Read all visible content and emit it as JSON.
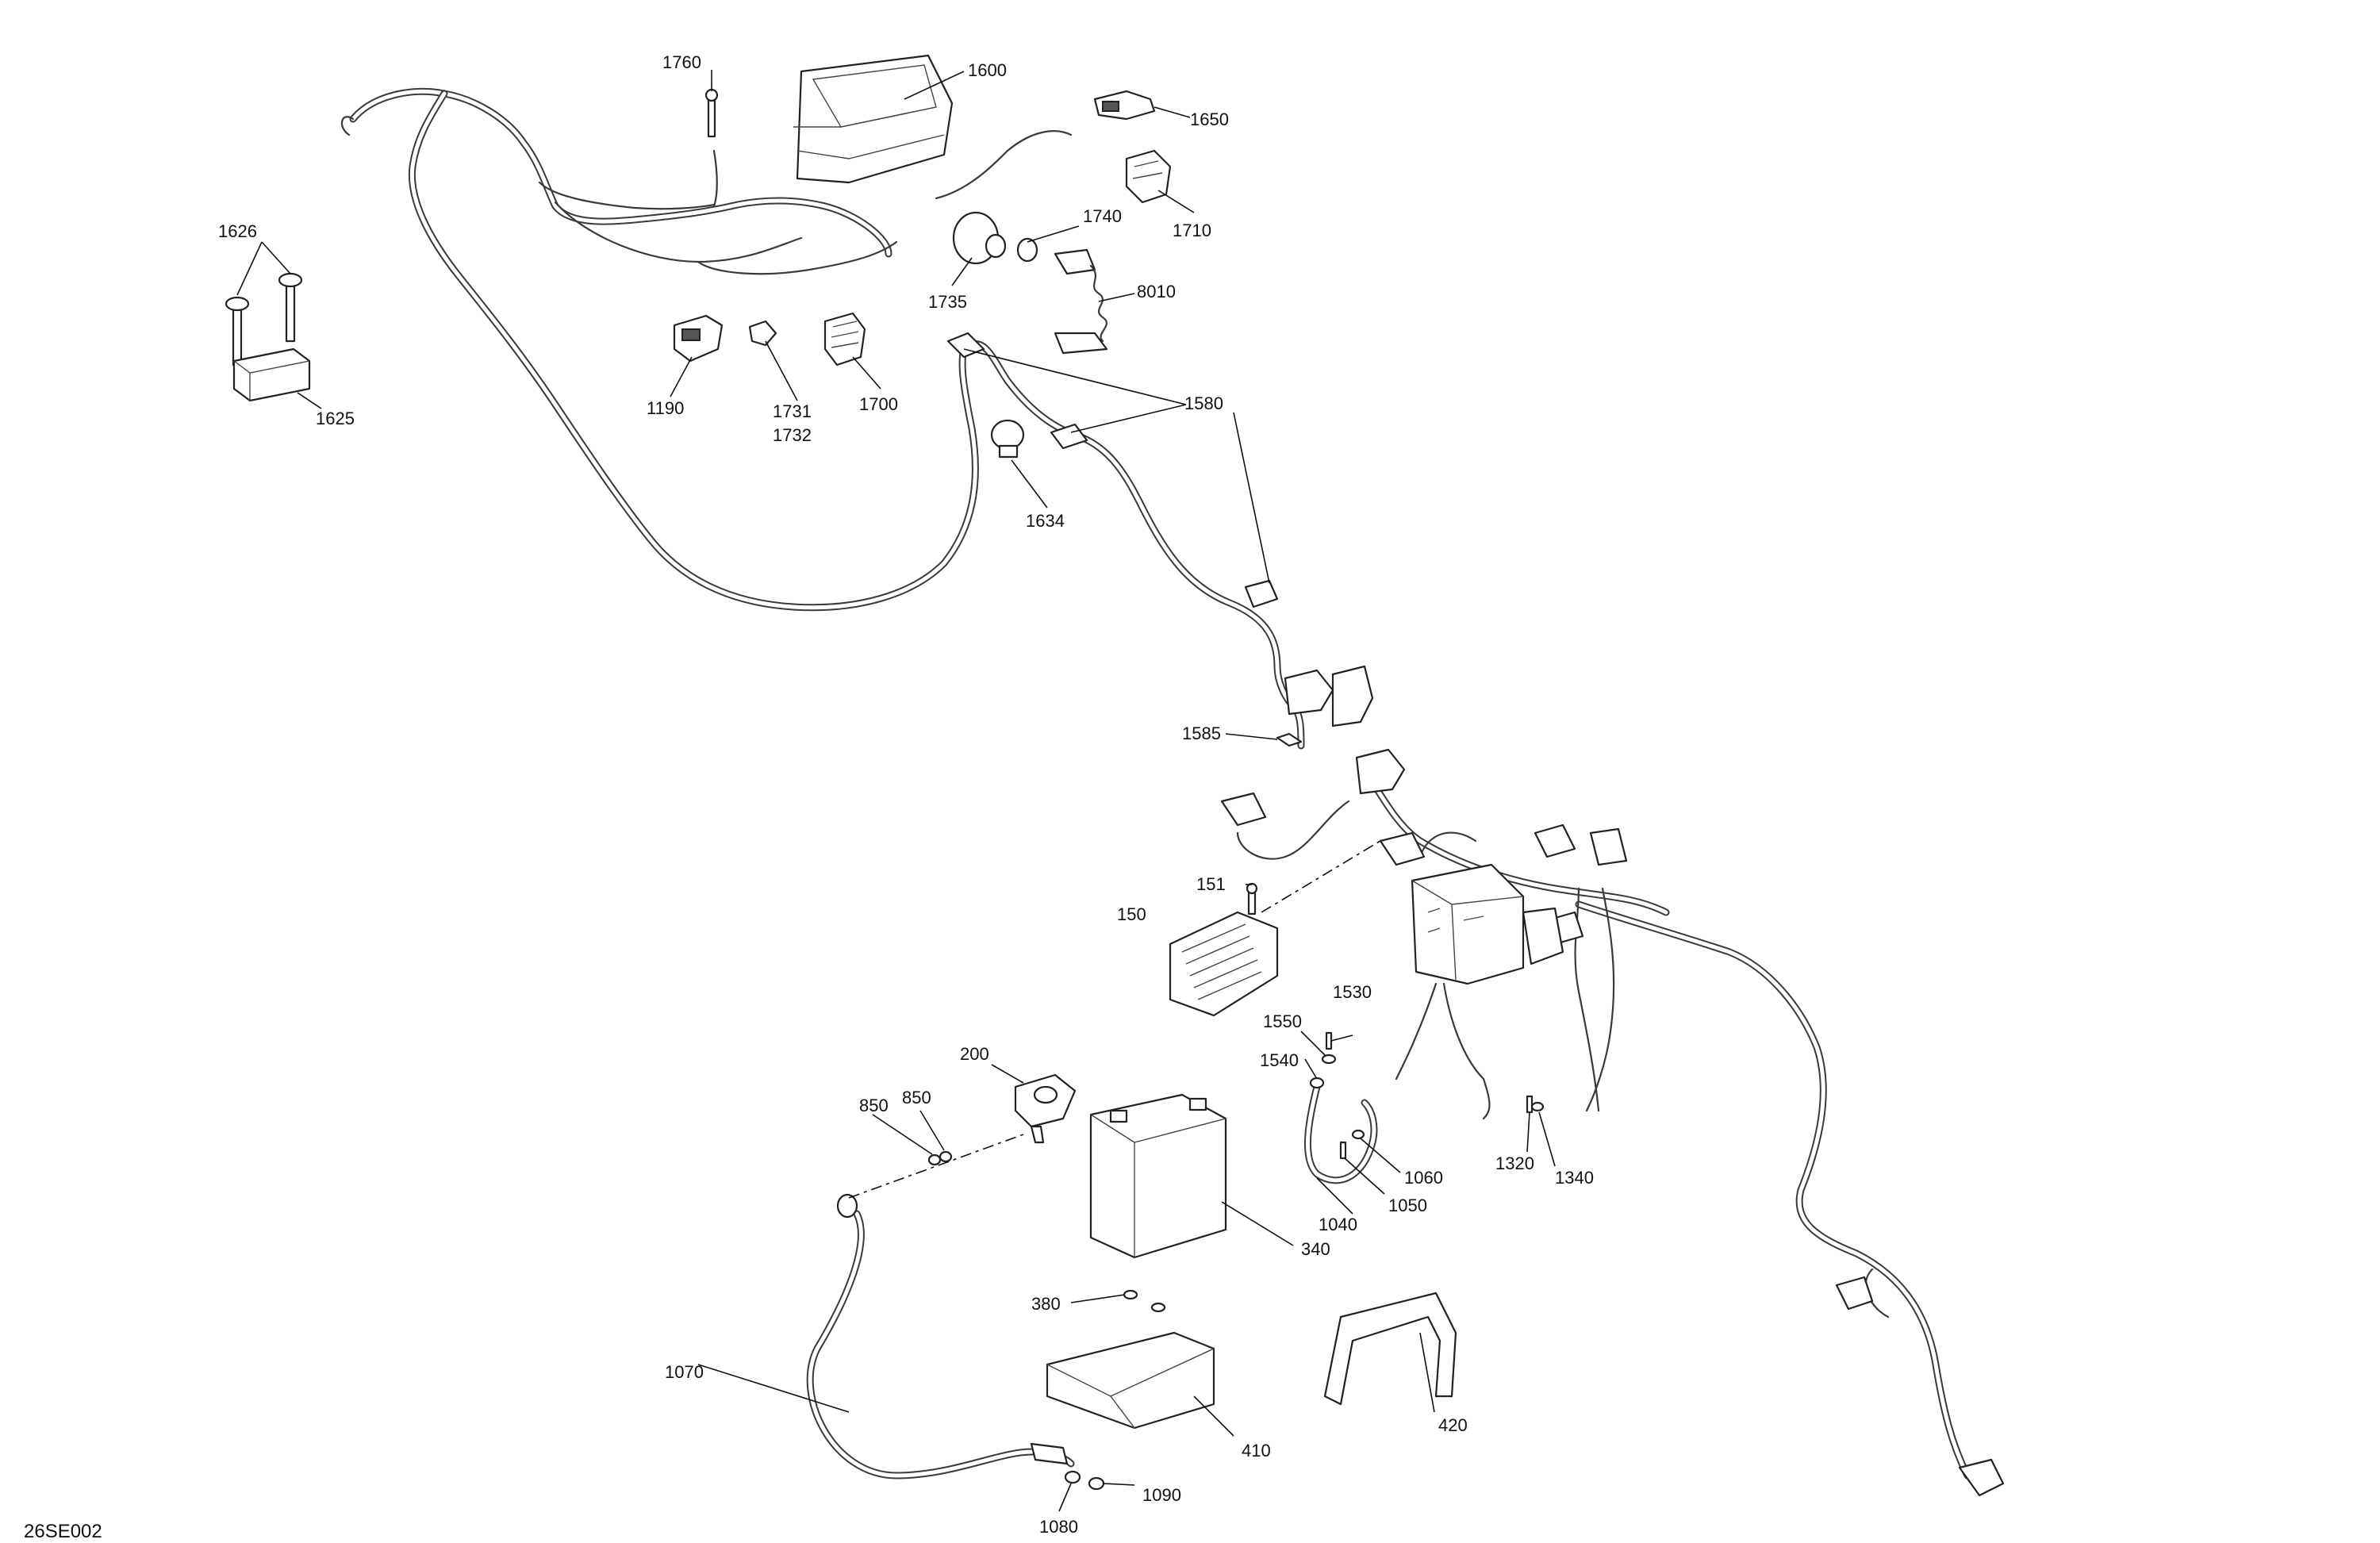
{
  "diagram_code": "26SE002",
  "parts": [
    {
      "id": "p1760",
      "number": "1760"
    },
    {
      "id": "p1600",
      "number": "1600"
    },
    {
      "id": "p1650",
      "number": "1650"
    },
    {
      "id": "p1626",
      "number": "1626"
    },
    {
      "id": "p1740",
      "number": "1740"
    },
    {
      "id": "p1710",
      "number": "1710"
    },
    {
      "id": "p8010",
      "number": "8010"
    },
    {
      "id": "p1735",
      "number": "1735"
    },
    {
      "id": "p1625",
      "number": "1625"
    },
    {
      "id": "p1190",
      "number": "1190"
    },
    {
      "id": "p1731",
      "number": "1731"
    },
    {
      "id": "p1732",
      "number": "1732"
    },
    {
      "id": "p1700",
      "number": "1700"
    },
    {
      "id": "p1580",
      "number": "1580"
    },
    {
      "id": "p1634",
      "number": "1634"
    },
    {
      "id": "p1585",
      "number": "1585"
    },
    {
      "id": "p151",
      "number": "151"
    },
    {
      "id": "p150",
      "number": "150"
    },
    {
      "id": "p1530",
      "number": "1530"
    },
    {
      "id": "p1550",
      "number": "1550"
    },
    {
      "id": "p1540",
      "number": "1540"
    },
    {
      "id": "p200",
      "number": "200"
    },
    {
      "id": "p850a",
      "number": "850"
    },
    {
      "id": "p850b",
      "number": "850"
    },
    {
      "id": "p1060",
      "number": "1060"
    },
    {
      "id": "p1320",
      "number": "1320"
    },
    {
      "id": "p1340",
      "number": "1340"
    },
    {
      "id": "p1050",
      "number": "1050"
    },
    {
      "id": "p1040",
      "number": "1040"
    },
    {
      "id": "p340",
      "number": "340"
    },
    {
      "id": "p380",
      "number": "380"
    },
    {
      "id": "p1070",
      "number": "1070"
    },
    {
      "id": "p410",
      "number": "410"
    },
    {
      "id": "p420",
      "number": "420"
    },
    {
      "id": "p1090",
      "number": "1090"
    },
    {
      "id": "p1080",
      "number": "1080"
    }
  ]
}
